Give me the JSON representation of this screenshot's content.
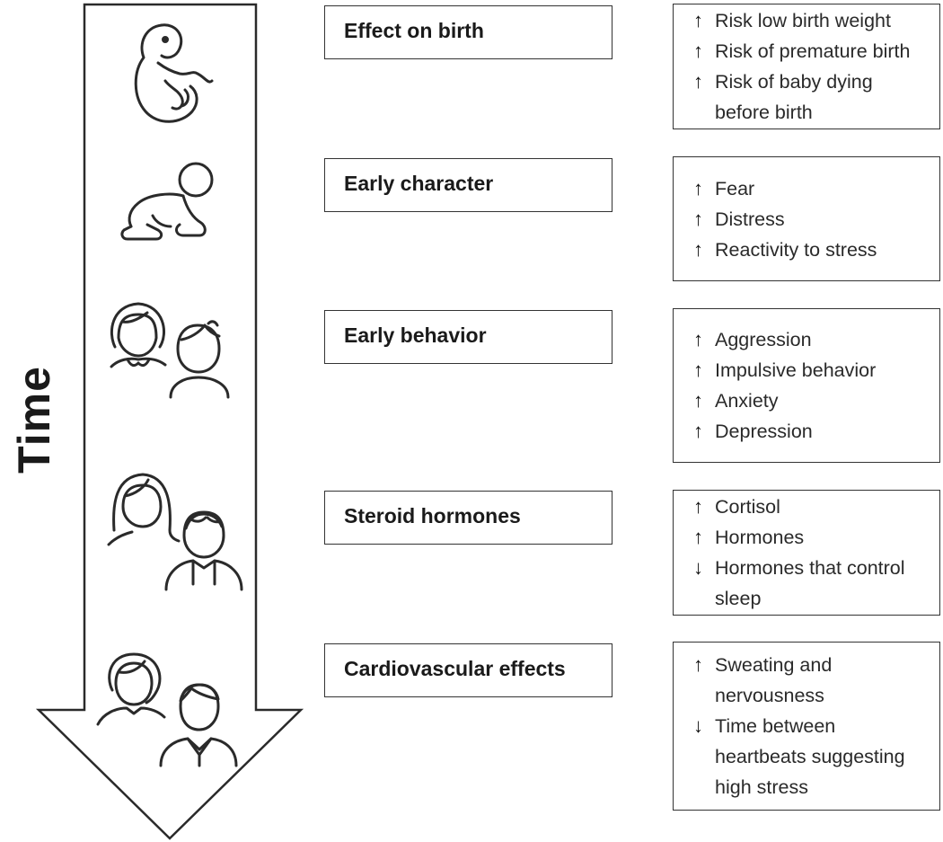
{
  "axis_label": "Time",
  "stages": [
    {
      "category": "Effect on birth",
      "icon": "fetus-icon",
      "effects": [
        {
          "dir": "↑",
          "lines": [
            "Risk low birth weight"
          ]
        },
        {
          "dir": "↑",
          "lines": [
            "Risk of premature birth"
          ]
        },
        {
          "dir": "↑",
          "lines": [
            "Risk of baby dying",
            "before birth"
          ]
        }
      ]
    },
    {
      "category": "Early character",
      "icon": "crawling-baby-icon",
      "effects": [
        {
          "dir": "↑",
          "lines": [
            "Fear"
          ]
        },
        {
          "dir": "↑",
          "lines": [
            "Distress"
          ]
        },
        {
          "dir": "↑",
          "lines": [
            "Reactivity to stress"
          ]
        }
      ]
    },
    {
      "category": "Early behavior",
      "icon": "children-icon",
      "effects": [
        {
          "dir": "↑",
          "lines": [
            "Aggression"
          ]
        },
        {
          "dir": "↑",
          "lines": [
            "Impulsive behavior"
          ]
        },
        {
          "dir": "↑",
          "lines": [
            "Anxiety"
          ]
        },
        {
          "dir": "↑",
          "lines": [
            "Depression"
          ]
        }
      ]
    },
    {
      "category": "Steroid hormones",
      "icon": "teenagers-icon",
      "effects": [
        {
          "dir": "↑",
          "lines": [
            "Cortisol"
          ]
        },
        {
          "dir": "↑",
          "lines": [
            "Hormones"
          ]
        },
        {
          "dir": "↓",
          "lines": [
            "Hormones that control",
            "sleep"
          ]
        }
      ]
    },
    {
      "category": "Cardiovascular effects",
      "icon": "adults-icon",
      "effects": [
        {
          "dir": "↑",
          "lines": [
            "Sweating and",
            "nervousness"
          ]
        },
        {
          "dir": "↓",
          "lines": [
            "Time between",
            "heartbeats suggesting",
            "high stress"
          ]
        }
      ]
    }
  ]
}
